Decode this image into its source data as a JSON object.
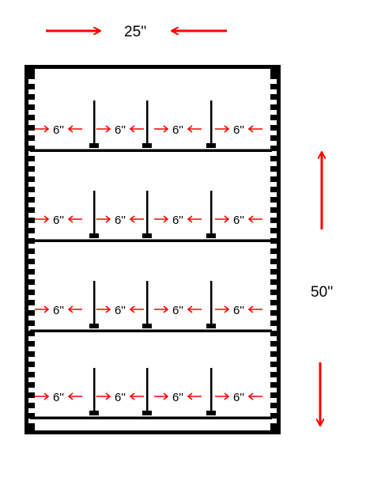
{
  "dimensions": {
    "width_label": "25''",
    "height_label": "50''",
    "gap_label": "6''"
  },
  "shelving": {
    "shelf_count": 4,
    "dividers_per_shelf": 3,
    "gaps_per_shelf": 4
  },
  "colors": {
    "arrow": "#ff0000",
    "frame": "#000000",
    "background": "#ffffff"
  }
}
